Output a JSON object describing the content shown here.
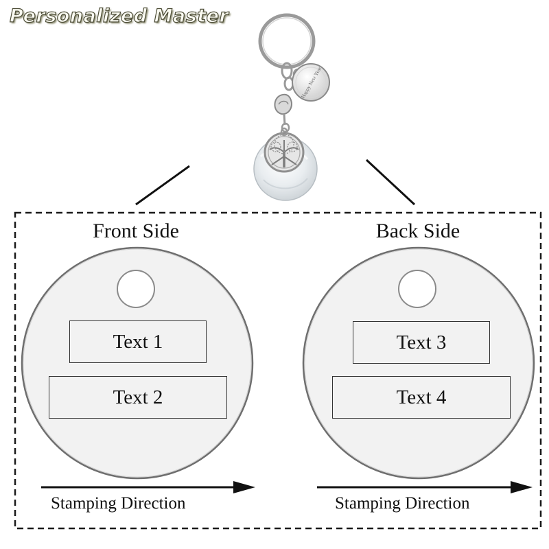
{
  "brand": {
    "text": "Personalized Master"
  },
  "front": {
    "title": "Front Side",
    "text_boxes": [
      "Text 1",
      "Text 2"
    ],
    "direction_label": "Stamping Direction"
  },
  "back": {
    "title": "Back Side",
    "text_boxes": [
      "Text 3",
      "Text 4"
    ],
    "direction_label": "Stamping Direction"
  },
  "product": {
    "small_tag_text": "Happy New Year"
  },
  "colors": {
    "tag_fill": "#f2f2f2",
    "tag_edge": "#6e6e6e",
    "frame": "#1a1a1a",
    "metal": "#a8a8a8"
  }
}
